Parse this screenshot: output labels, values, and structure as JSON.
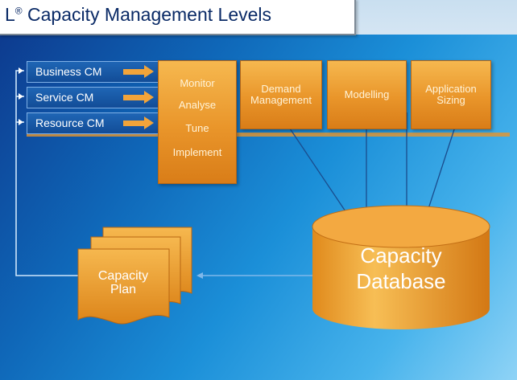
{
  "title": {
    "text": "L",
    "reg": "®",
    "rest": " Capacity Management Levels"
  },
  "cm_rows": [
    {
      "label": "Business CM"
    },
    {
      "label": "Service CM"
    },
    {
      "label": "Resource CM"
    }
  ],
  "monitor_box": {
    "steps": [
      "Monitor",
      "Analyse",
      "Tune",
      "Implement"
    ]
  },
  "boxes": {
    "demand": [
      "Demand",
      "Management"
    ],
    "modelling": [
      "Modelling"
    ],
    "sizing": [
      "Application",
      "Sizing"
    ]
  },
  "database": {
    "line1": "Capacity",
    "line2": "Database"
  },
  "plan": {
    "line1": "Capacity",
    "line2": "Plan"
  },
  "colors": {
    "orange": "#e9952a",
    "blue_panel": "#1b8fd8",
    "title_text": "#0a2a66"
  }
}
